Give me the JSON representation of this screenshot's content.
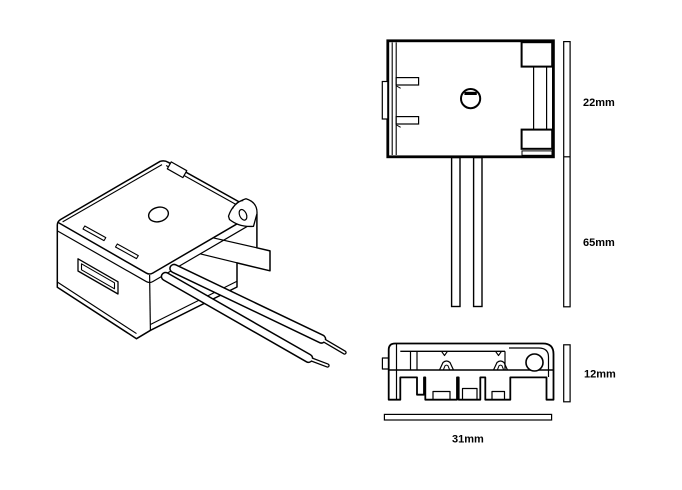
{
  "drawing": {
    "background_color": "#ffffff",
    "line_color": "#000000",
    "labels": {
      "front_view_body_height": "22mm",
      "front_view_lead_length": "65mm",
      "side_view_height": "12mm",
      "side_view_width": "31mm"
    }
  }
}
